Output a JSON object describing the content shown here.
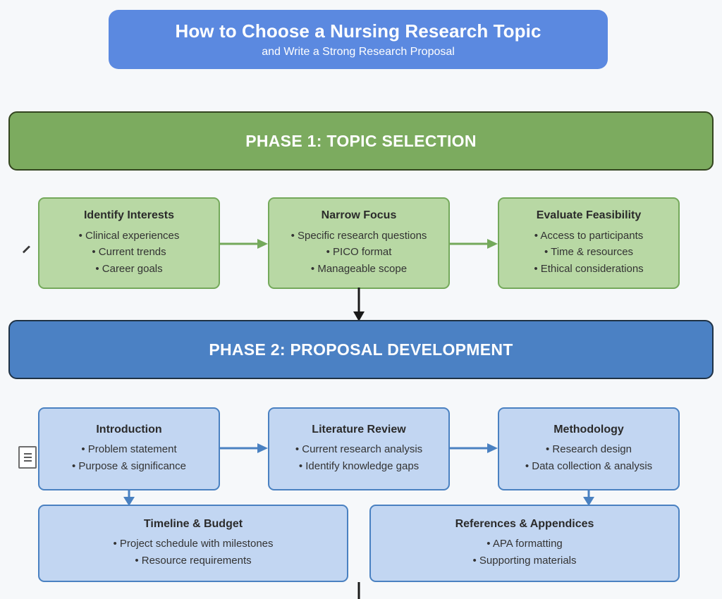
{
  "header": {
    "title": "How to Choose a Nursing Research Topic",
    "subtitle": "and Write a Strong Research Proposal",
    "background_color": "#5b89e0",
    "text_color": "#ffffff"
  },
  "page": {
    "background_color": "#f6f8fa"
  },
  "phases": [
    {
      "id": "phase-1",
      "label": "PHASE 1: TOPIC SELECTION",
      "fill_color": "#7cab5f",
      "border_color": "#33451f",
      "text_color": "#ffffff"
    },
    {
      "id": "phase-2",
      "label": "PHASE 2: PROPOSAL DEVELOPMENT",
      "fill_color": "#4b81c4",
      "border_color": "#1f3245",
      "text_color": "#ffffff"
    }
  ],
  "phase1_nodes": [
    {
      "title": "Identify Interests",
      "items": [
        "• Clinical experiences",
        "• Current trends",
        "• Career goals"
      ]
    },
    {
      "title": "Narrow Focus",
      "items": [
        "• Specific research questions",
        "• PICO format",
        "• Manageable scope"
      ]
    },
    {
      "title": "Evaluate Feasibility",
      "items": [
        "• Access to participants",
        "• Time & resources",
        "• Ethical considerations"
      ]
    }
  ],
  "phase2_nodes": [
    {
      "title": "Introduction",
      "items": [
        "• Problem statement",
        "• Purpose & significance"
      ]
    },
    {
      "title": "Literature Review",
      "items": [
        "• Current research analysis",
        "• Identify knowledge gaps"
      ]
    },
    {
      "title": "Methodology",
      "items": [
        "• Research design",
        "• Data collection & analysis"
      ]
    },
    {
      "title": "Timeline & Budget",
      "items": [
        "• Project schedule with milestones",
        "• Resource requirements"
      ]
    },
    {
      "title": "References & Appendices",
      "items": [
        "• APA formatting",
        "• Supporting materials"
      ]
    }
  ],
  "node_styles": {
    "green_fill": "#b8d8a4",
    "green_border": "#74a95b",
    "blue_fill": "#c2d6f2",
    "blue_border": "#4a81c1",
    "title_color": "#2b2b2b",
    "item_color": "#333333"
  },
  "connectors": {
    "green_arrow_color": "#74a95b",
    "blue_arrow_color": "#4a81c1",
    "phase_link_color": "#1a1a1a"
  },
  "artifacts": {
    "cursor": "pointer-cursor-mark",
    "document": "document-lines-icon"
  }
}
